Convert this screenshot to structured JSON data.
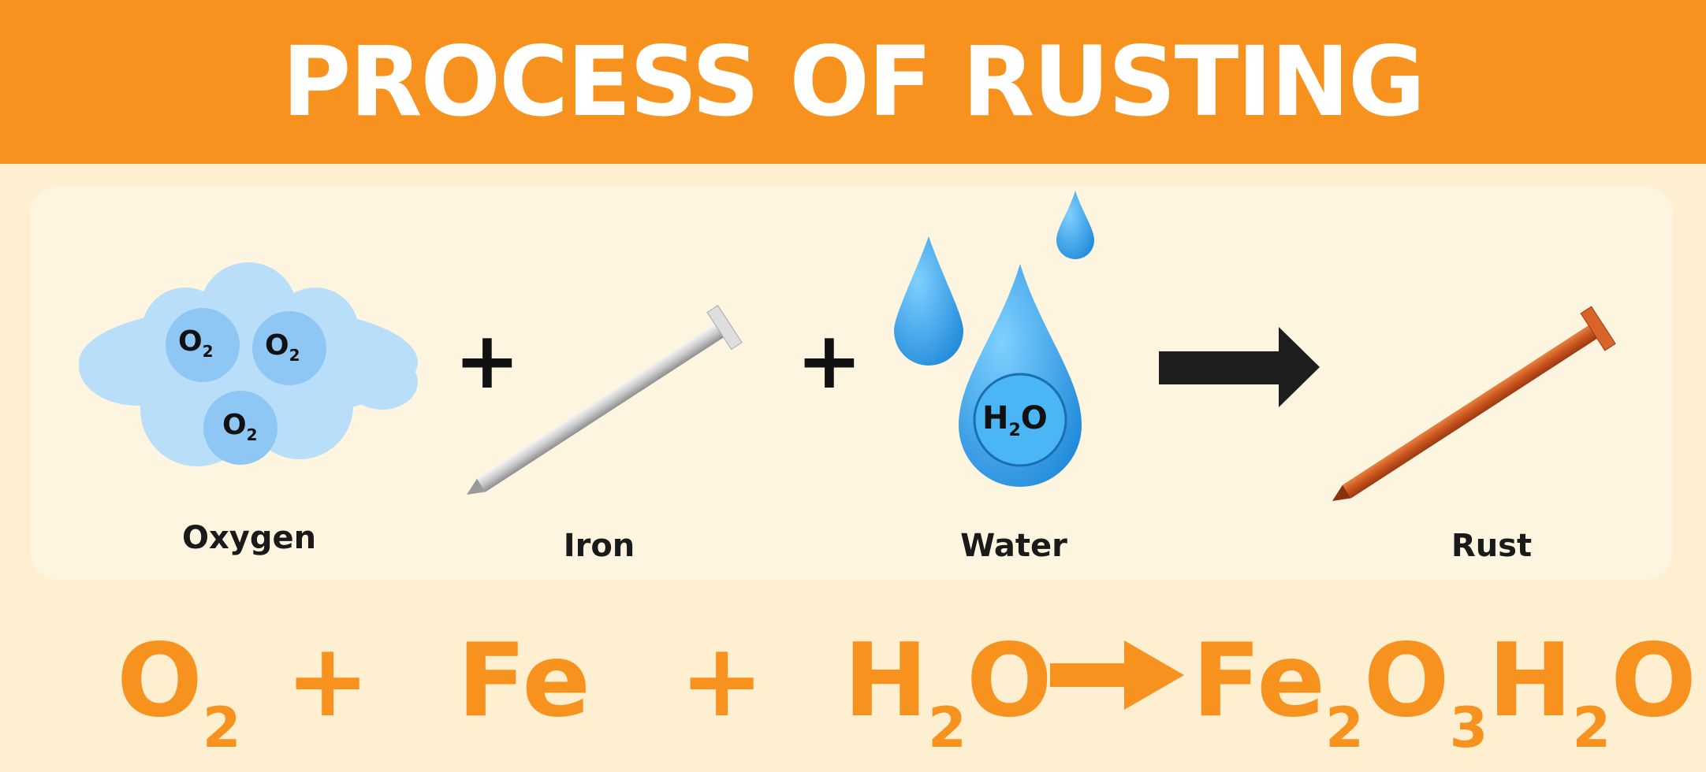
{
  "title": "PROCESS OF RUSTING",
  "items": {
    "oxygen": {
      "label": "Oxygen",
      "molecules": [
        "O",
        "O",
        "O"
      ],
      "subscript": "2"
    },
    "iron": {
      "label": "Iron"
    },
    "water": {
      "label": "Water",
      "formula_main": "H",
      "formula_sub": "2",
      "formula_end": "O"
    },
    "rust": {
      "label": "Rust"
    }
  },
  "plus_sign": "+",
  "equation": {
    "o2_main": "O",
    "o2_sub": "2",
    "plus": "+",
    "fe": "Fe",
    "h2o_h": "H",
    "h2o_sub": "2",
    "h2o_o": "O",
    "prod_fe": "Fe",
    "prod_sub1": "2",
    "prod_o": "O",
    "prod_sub2": "3",
    "prod_h": "H",
    "prod_sub3": "2",
    "prod_o2": "O"
  },
  "colors": {
    "header": "#f7921e",
    "background": "#fdefcf",
    "panel": "#fdf5df",
    "equation": "#f7921e",
    "water": "#3aa3ef",
    "cloud": "#b9defa",
    "rust": "#c9541e"
  },
  "icons": [
    "cloud-icon",
    "nail-icon",
    "water-drop-icon",
    "arrow-right-icon",
    "rusty-nail-icon"
  ]
}
